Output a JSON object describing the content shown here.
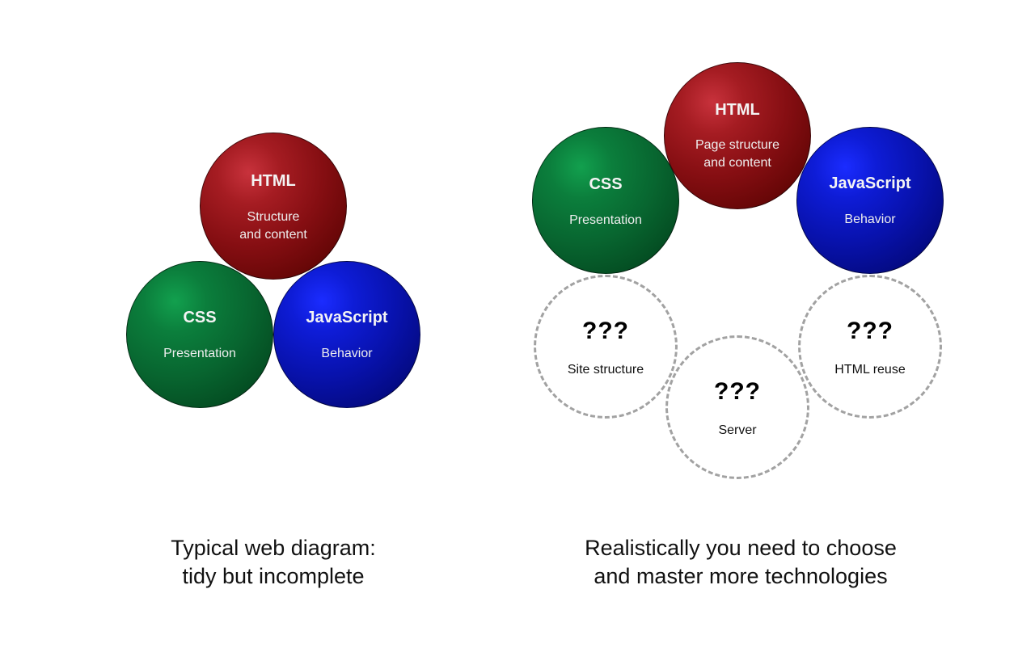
{
  "left_diagram": {
    "caption_line1": "Typical web diagram:",
    "caption_line2": "tidy but incomplete",
    "nodes": [
      {
        "id": "html",
        "title": "HTML",
        "subtitle_line1": "Structure",
        "subtitle_line2": "and content",
        "color": "#8a1010"
      },
      {
        "id": "css",
        "title": "CSS",
        "subtitle_line1": "Presentation",
        "color": "#0a6030"
      },
      {
        "id": "javascript",
        "title": "JavaScript",
        "subtitle_line1": "Behavior",
        "color": "#0a10a8"
      }
    ]
  },
  "right_diagram": {
    "caption_line1": "Realistically you need to choose",
    "caption_line2": "and master more technologies",
    "nodes": [
      {
        "id": "css",
        "title": "CSS",
        "subtitle_line1": "Presentation",
        "color": "#0a6030"
      },
      {
        "id": "html",
        "title": "HTML",
        "subtitle_line1": "Page structure",
        "subtitle_line2": "and content",
        "color": "#8a1010"
      },
      {
        "id": "javascript",
        "title": "JavaScript",
        "subtitle_line1": "Behavior",
        "color": "#0a10a8"
      }
    ],
    "unknowns": [
      {
        "id": "site-structure",
        "title": "???",
        "subtitle": "Site structure"
      },
      {
        "id": "server",
        "title": "???",
        "subtitle": "Server"
      },
      {
        "id": "html-reuse",
        "title": "???",
        "subtitle": "HTML reuse"
      }
    ],
    "dash_color": "#a2a2a2"
  }
}
